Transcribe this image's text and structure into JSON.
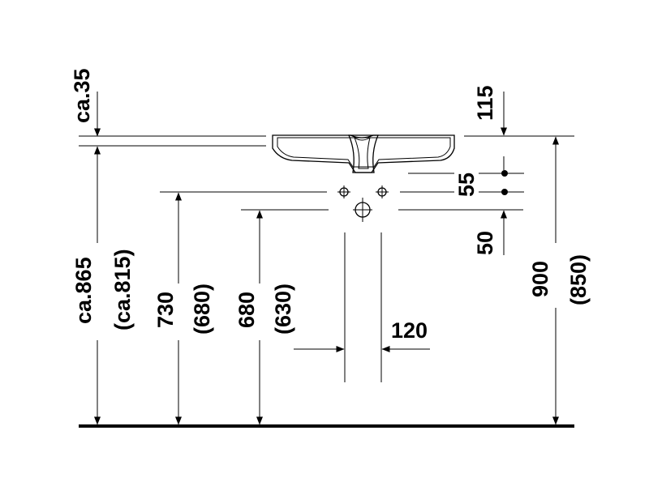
{
  "drawing": {
    "dims": {
      "top_gap": "ca.35",
      "basin_height": "ca.865",
      "basin_height_alt": "(ca.815)",
      "inlet_height": "730",
      "inlet_height_alt": "(680)",
      "waste_height": "680",
      "waste_height_alt": "(630)",
      "waste_width": "120",
      "top_right_gap": "115",
      "spacing_upper": "55",
      "spacing_lower": "50",
      "total_height": "900",
      "total_height_alt": "(850)"
    }
  }
}
